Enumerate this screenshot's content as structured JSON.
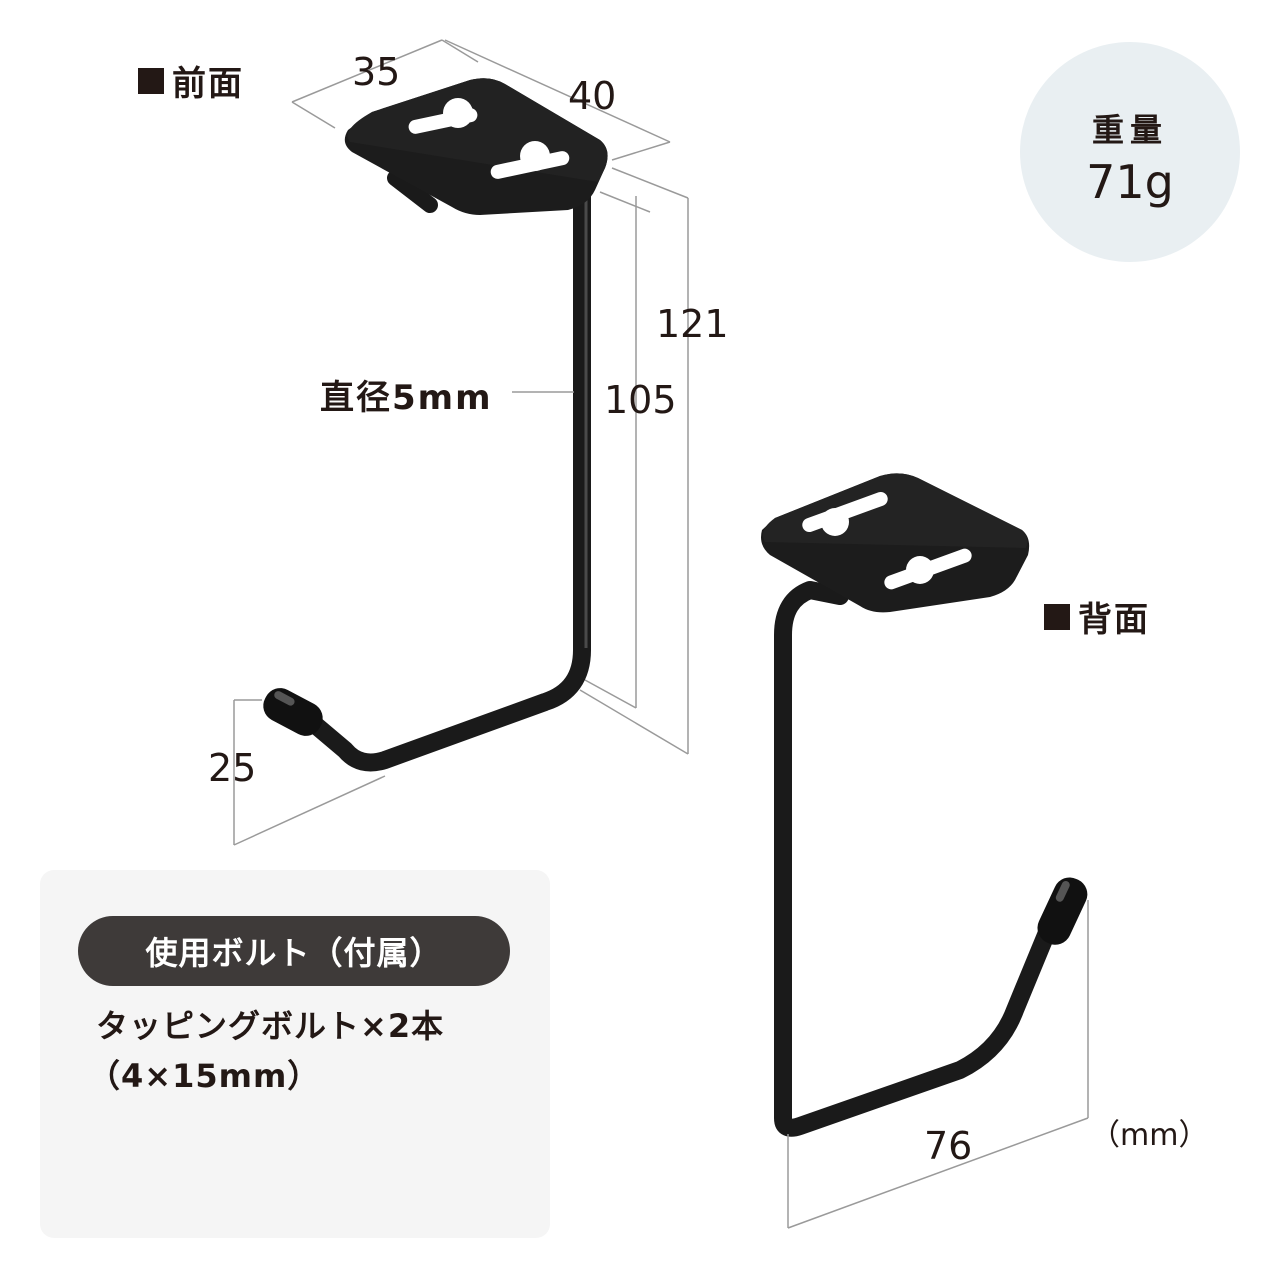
{
  "front_view": {
    "label": "前面"
  },
  "back_view": {
    "label": "背面"
  },
  "dimensions": {
    "plate_width": "35",
    "plate_depth": "40",
    "total_height": "121",
    "rod_height": "105",
    "rod_diameter": "直径5mm",
    "hook_depth": "25",
    "back_width": "76",
    "unit": "（mm）"
  },
  "weight": {
    "label": "重量",
    "value": "71g"
  },
  "bolt": {
    "title": "使用ボルト（付属）",
    "line1": "タッピングボルト×2本",
    "line2": "（4×15mm）"
  },
  "colors": {
    "hook": "#1a1a1a",
    "dimension_line": "#9a9a9a",
    "weight_circle": "#e9eff2",
    "bolt_panel": "#f5f5f5",
    "pill": "#3e3a39"
  }
}
